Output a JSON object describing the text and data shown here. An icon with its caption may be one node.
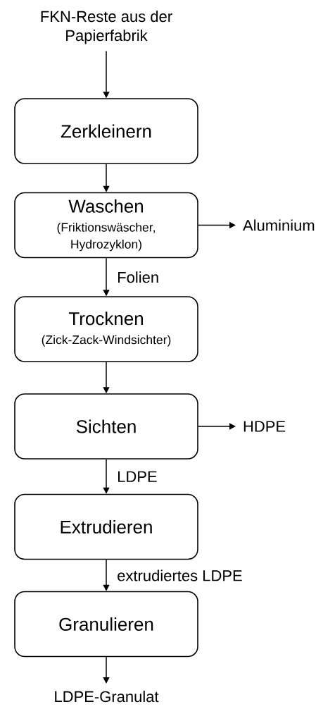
{
  "diagram": {
    "nodes": [
      {
        "text": [
          "FKN-Reste aus der Papierfabrik"
        ]
      },
      {
        "text": [
          "Zerkleinern"
        ]
      },
      {
        "text": [
          "Waschen",
          "(Friktionswäscher, Hydrozyklon)"
        ]
      },
      {
        "text": [
          "Aluminium"
        ]
      },
      {
        "text": [
          "Trocknen",
          "(Zick-Zack-Windsichter)"
        ]
      },
      {
        "text": [
          "Sichten"
        ]
      },
      {
        "text": [
          "HDPE"
        ]
      },
      {
        "text": [
          "Extrudieren"
        ]
      },
      {
        "text": [
          "Granulieren"
        ]
      },
      {
        "text": [
          "LDPE-Granulat"
        ]
      }
    ],
    "edges": [
      {
        "from": 0,
        "to": 1,
        "arrow": "to"
      },
      {
        "from": 1,
        "to": 2,
        "arrow": "to"
      },
      {
        "from": 2,
        "to": 3,
        "arrow": "to"
      },
      {
        "from": 2,
        "to": 4,
        "arrow": "to",
        "label": "Folien"
      },
      {
        "from": 4,
        "to": 5,
        "arrow": "to"
      },
      {
        "from": 5,
        "to": 6,
        "arrow": "to"
      },
      {
        "from": 5,
        "to": 7,
        "arrow": "to",
        "label": "LDPE"
      },
      {
        "from": 7,
        "to": 8,
        "arrow": "to",
        "label": "extrudiertes LDPE"
      },
      {
        "from": 8,
        "to": 9,
        "arrow": "to"
      }
    ]
  }
}
